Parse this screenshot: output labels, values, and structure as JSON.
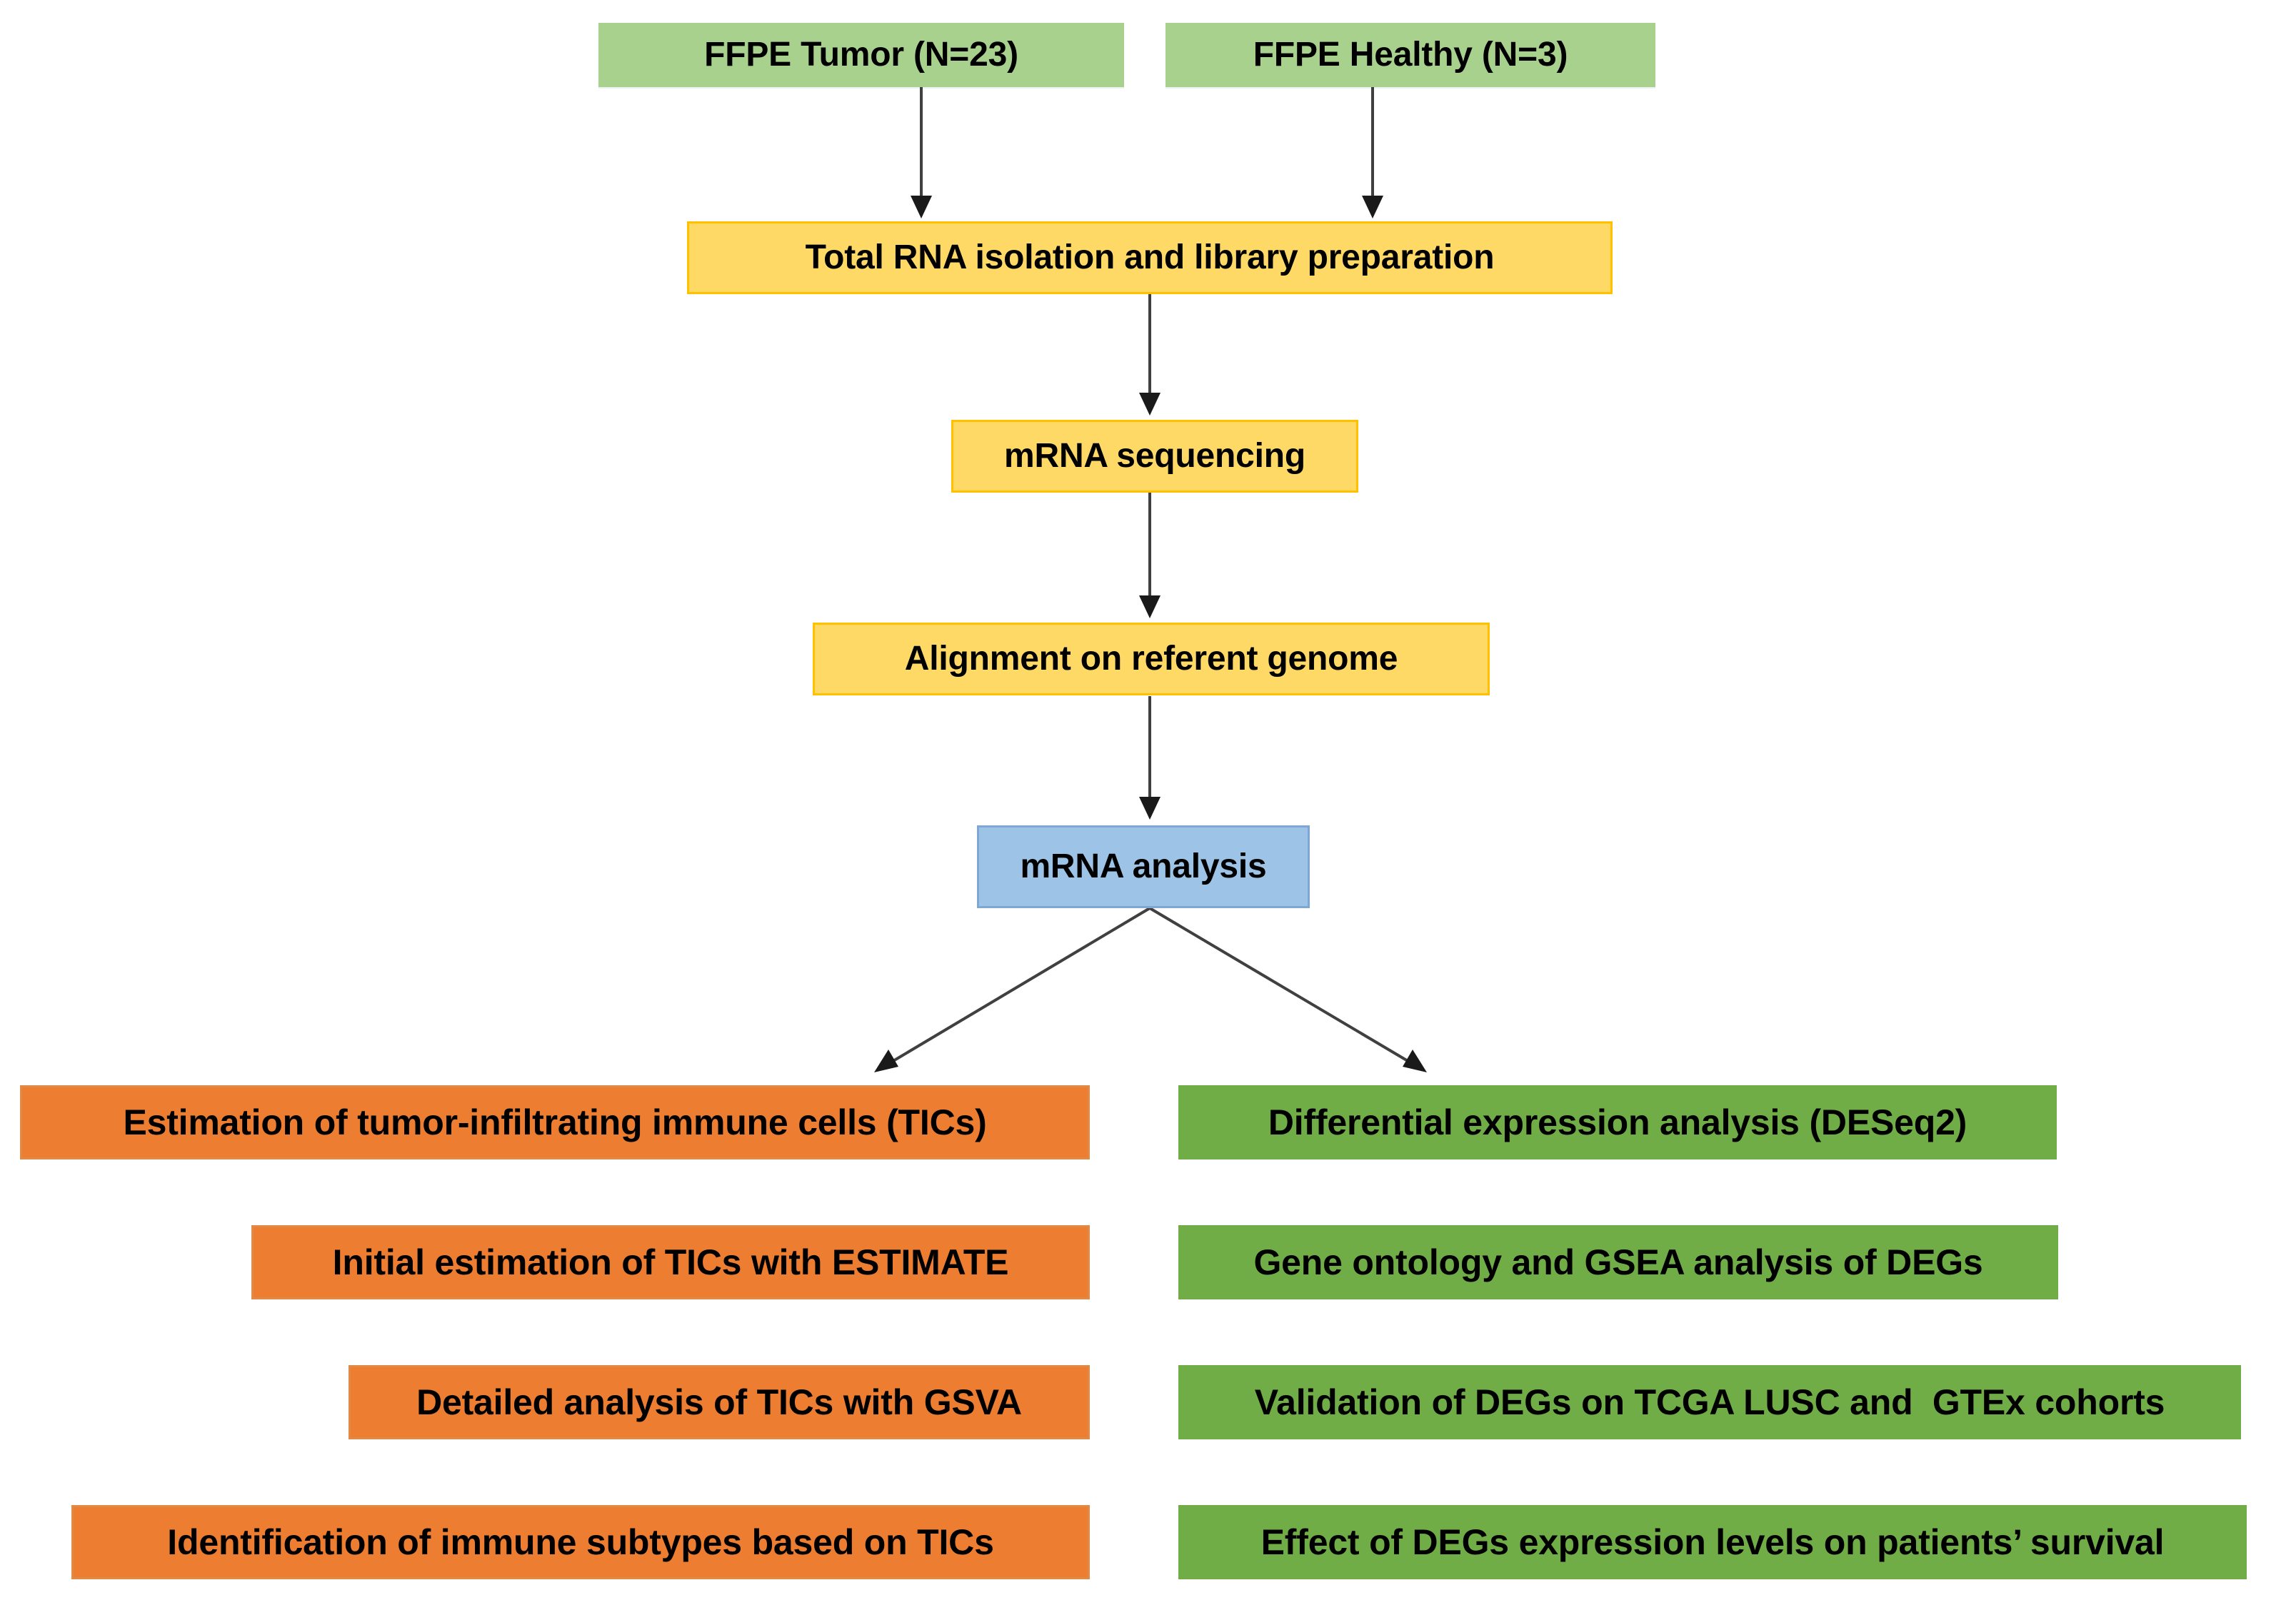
{
  "diagram": {
    "title": "RNA-seq study workflow",
    "palette": {
      "green_light": "#a9d18e",
      "yellow": "#ffd966",
      "yellow_border": "#ffc000",
      "blue": "#9dc3e6",
      "blue_border": "#7fa7d4",
      "orange": "#ed7d31",
      "green_dark": "#70ad47",
      "arrow": "#404040",
      "text": "#000000",
      "background": "#ffffff"
    },
    "nodes": {
      "ffpe_tumor": "FFPE Tumor (N=23)",
      "ffpe_healthy": "FFPE Healthy (N=3)",
      "rna_isolation": "Total RNA isolation and library preparation",
      "mrna_sequencing": "mRNA sequencing",
      "alignment": "Alignment on referent genome",
      "mrna_analysis": "mRNA analysis",
      "tic_estimation": "Estimation of tumor-infiltrating immune cells (TICs)",
      "tic_estimate": "Initial estimation of TICs with ESTIMATE",
      "tic_gsva": "Detailed analysis of TICs with GSVA",
      "tic_subtypes": "Identification of immune subtypes based on TICs",
      "deseq2": "Differential expression analysis (DESeq2)",
      "go_gsea": "Gene ontology and GSEA analysis of DEGs",
      "validation": "Validation of DEGs on TCGA LUSC and  GTEx cohorts",
      "survival": "Effect of DEGs expression levels on patients’ survival"
    },
    "edges": [
      {
        "name": "tumor-to-isolation",
        "from": "ffpe_tumor",
        "to": "rna_isolation"
      },
      {
        "name": "healthy-to-isolation",
        "from": "ffpe_healthy",
        "to": "rna_isolation"
      },
      {
        "name": "isolation-to-sequencing",
        "from": "rna_isolation",
        "to": "mrna_sequencing"
      },
      {
        "name": "sequencing-to-alignment",
        "from": "mrna_sequencing",
        "to": "alignment"
      },
      {
        "name": "alignment-to-analysis",
        "from": "alignment",
        "to": "mrna_analysis"
      },
      {
        "name": "analysis-to-tics",
        "from": "mrna_analysis",
        "to": "tic_estimation"
      },
      {
        "name": "analysis-to-deseq2",
        "from": "mrna_analysis",
        "to": "deseq2"
      }
    ]
  }
}
